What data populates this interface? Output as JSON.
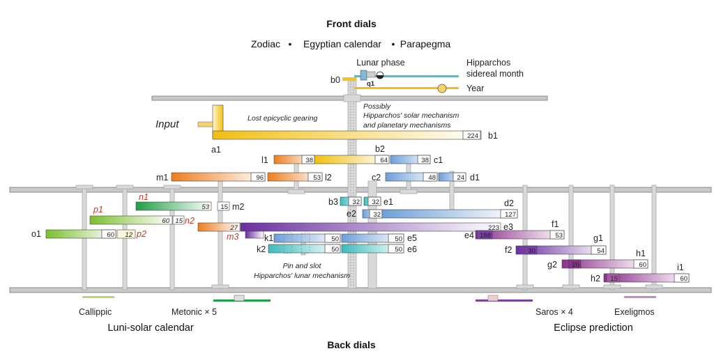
{
  "title": "Front dials",
  "front_subtitle": {
    "item1": "Zodiac",
    "item2": "Egyptian calendar",
    "item3": "Parapegma",
    "separator": "•"
  },
  "bottom_title": "Back dials",
  "top_labels": {
    "lunar_phase": "Lunar phase",
    "hipparchos_line1": "Hipparchos",
    "hipparchos_line2": "sidereal month",
    "year": "Year",
    "b0": "b0",
    "q1": "q1"
  },
  "input_label": "Input",
  "annotations": {
    "lost_epicyclic": "Lost epicyclic gearing",
    "possibly_line1": "Possibly",
    "possibly_line2": "Hipparchos' solar mechanism",
    "possibly_line3": "and planetary mechanisms",
    "pin_slot_line1": "Pin and slot",
    "pin_slot_line2": "Hipparchos' lunar mechanism"
  },
  "gears": {
    "b1": {
      "label": "b1",
      "teeth": "224"
    },
    "a1": {
      "label": "a1"
    },
    "l1": {
      "label": "l1",
      "teeth": "38"
    },
    "b2": {
      "label": "b2",
      "teeth": "64"
    },
    "c1": {
      "label": "c1",
      "teeth": "38"
    },
    "m1": {
      "label": "m1",
      "teeth": "96"
    },
    "l2": {
      "label": "l2",
      "teeth": "53"
    },
    "c2": {
      "label": "c2",
      "teeth": "48"
    },
    "d1": {
      "label": "d1",
      "teeth": "24"
    },
    "b3": {
      "label": "b3",
      "teeth": "32"
    },
    "e1": {
      "label": "e1",
      "teeth": "32"
    },
    "n1": {
      "label": "n1"
    },
    "m2": {
      "label": "m2",
      "teeth": "15",
      "teeth_n1": "53"
    },
    "d2": {
      "label": "d2",
      "teeth": "127"
    },
    "e2": {
      "label": "e2",
      "teeth": "32"
    },
    "p1": {
      "label": "p1"
    },
    "n2": {
      "label": "n2",
      "teeth": "15",
      "teeth_p1": "60"
    },
    "e3": {
      "label": "e3",
      "teeth": "223"
    },
    "m3": {
      "label": "m3",
      "teeth": "27"
    },
    "f1": {
      "label": "f1",
      "teeth": "53"
    },
    "o1": {
      "label": "o1",
      "teeth": "60"
    },
    "p2": {
      "label": "p2",
      "teeth": "12"
    },
    "e4": {
      "label": "e4",
      "teeth": "188"
    },
    "k1": {
      "label": "k1",
      "teeth": "50"
    },
    "e5": {
      "label": "e5",
      "teeth": "50"
    },
    "g1": {
      "label": "g1"
    },
    "k2": {
      "label": "k2",
      "teeth": "50"
    },
    "e6": {
      "label": "e6",
      "teeth": "50"
    },
    "f2": {
      "label": "f2",
      "teeth": "30",
      "teeth_g1": "54"
    },
    "h1": {
      "label": "h1"
    },
    "g2": {
      "label": "g2",
      "teeth": "20",
      "teeth_h1": "60"
    },
    "i1": {
      "label": "i1"
    },
    "h2": {
      "label": "h2",
      "teeth": "15",
      "teeth_i1": "60"
    }
  },
  "back_dials": {
    "callippic": "Callippic",
    "metonic": "Metonic × 5",
    "saros": "Saros × 4",
    "exeligmos": "Exeligmos",
    "luni_solar": "Luni-solar calendar",
    "eclipse": "Eclipse prediction"
  },
  "colors": {
    "yellow": "#f3c31f",
    "orange": "#ef8a2c",
    "blue": "#7fa9dc",
    "teal": "#5cc4c4",
    "purple": "#7b3fa8",
    "magenta": "#9c3c98",
    "green": "#3daa4a",
    "lightgreen": "#8cc63f",
    "red_label": "#c0392b",
    "plate": "#c9c9c9"
  }
}
